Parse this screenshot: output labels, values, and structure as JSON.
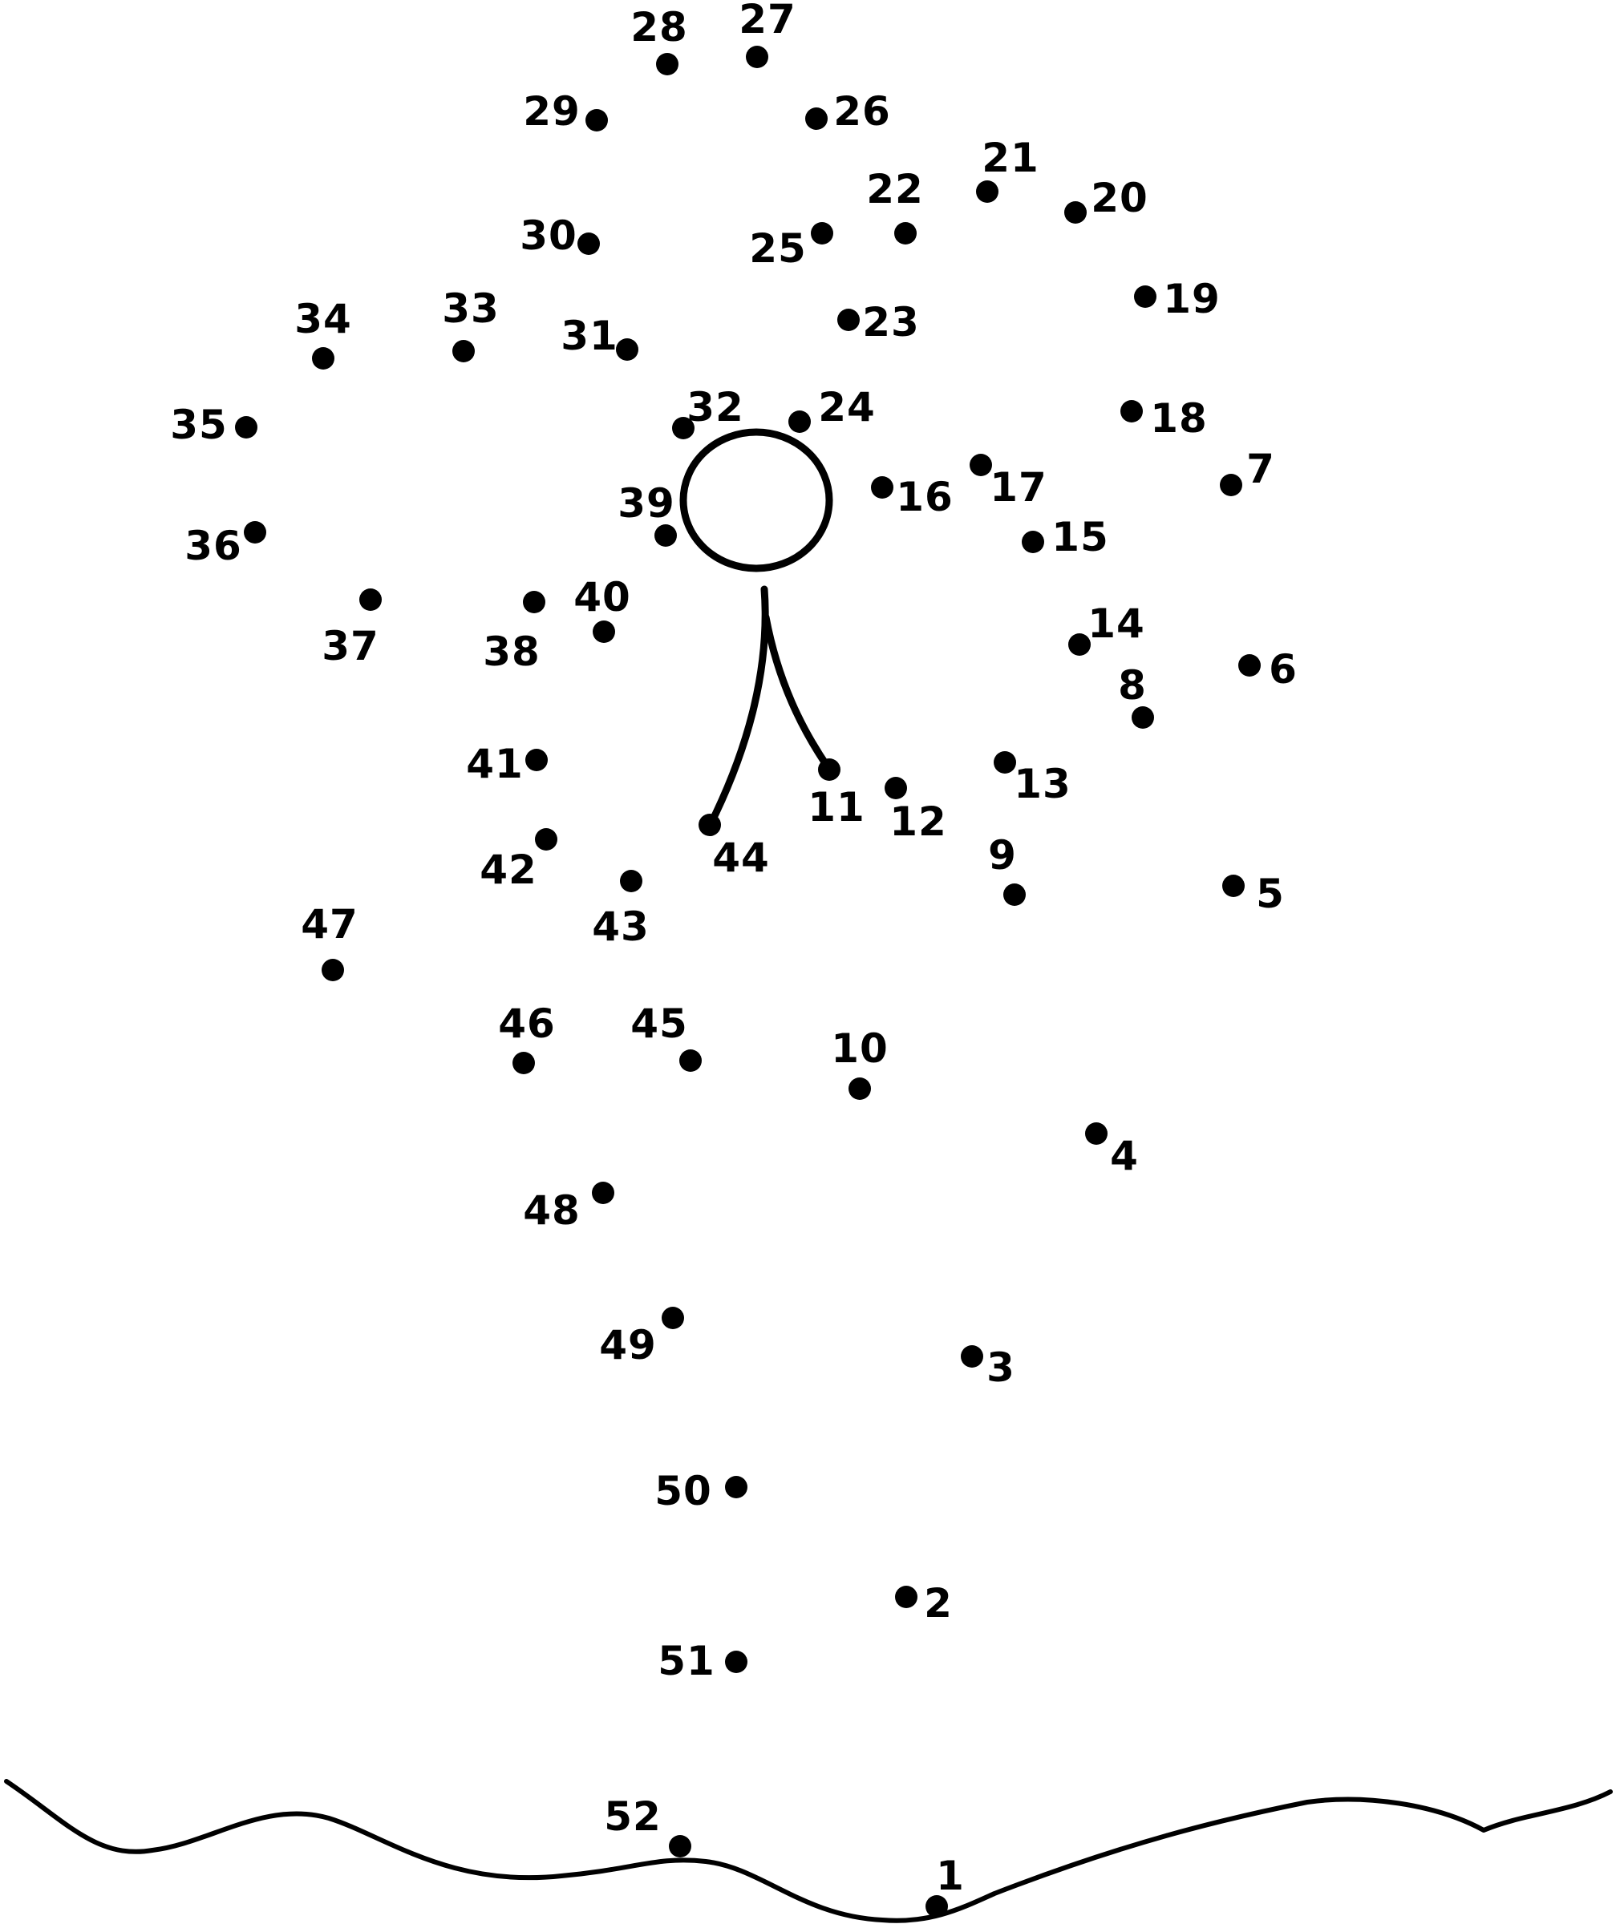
{
  "colors": {
    "ink": "#000000",
    "paper": "#ffffff"
  },
  "dots": [
    {
      "n": "1"
    },
    {
      "n": "2"
    },
    {
      "n": "3"
    },
    {
      "n": "4"
    },
    {
      "n": "5"
    },
    {
      "n": "6"
    },
    {
      "n": "7"
    },
    {
      "n": "8"
    },
    {
      "n": "9"
    },
    {
      "n": "10"
    },
    {
      "n": "11"
    },
    {
      "n": "12"
    },
    {
      "n": "13"
    },
    {
      "n": "14"
    },
    {
      "n": "15"
    },
    {
      "n": "16"
    },
    {
      "n": "17"
    },
    {
      "n": "18"
    },
    {
      "n": "19"
    },
    {
      "n": "20"
    },
    {
      "n": "21"
    },
    {
      "n": "22"
    },
    {
      "n": "23"
    },
    {
      "n": "24"
    },
    {
      "n": "25"
    },
    {
      "n": "26"
    },
    {
      "n": "27"
    },
    {
      "n": "28"
    },
    {
      "n": "29"
    },
    {
      "n": "30"
    },
    {
      "n": "31"
    },
    {
      "n": "32"
    },
    {
      "n": "33"
    },
    {
      "n": "34"
    },
    {
      "n": "35"
    },
    {
      "n": "36"
    },
    {
      "n": "37"
    },
    {
      "n": "38"
    },
    {
      "n": "39"
    },
    {
      "n": "40"
    },
    {
      "n": "41"
    },
    {
      "n": "42"
    },
    {
      "n": "43"
    },
    {
      "n": "44"
    },
    {
      "n": "45"
    },
    {
      "n": "46"
    },
    {
      "n": "47"
    },
    {
      "n": "48"
    },
    {
      "n": "49"
    },
    {
      "n": "50"
    },
    {
      "n": "51"
    },
    {
      "n": "52"
    }
  ]
}
